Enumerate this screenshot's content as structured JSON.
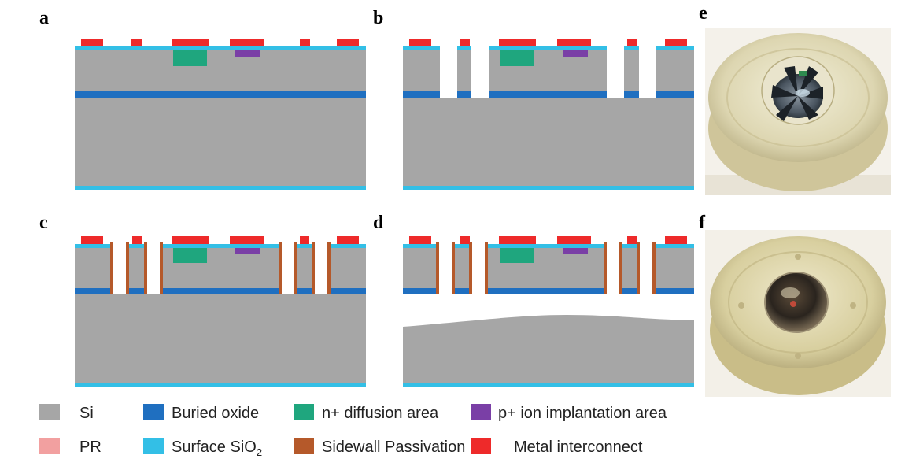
{
  "figure": {
    "panel_labels": {
      "a": "a",
      "b": "b",
      "c": "c",
      "d": "d",
      "e": "e",
      "f": "f"
    },
    "legend": {
      "items": [
        {
          "key": "si",
          "label": "Si",
          "color": "#a6a6a6"
        },
        {
          "key": "buried_oxide",
          "label": "Buried oxide",
          "color": "#1f6fc0"
        },
        {
          "key": "n_diffusion",
          "label": "n+ diffusion area",
          "color": "#1fa67e"
        },
        {
          "key": "p_implant",
          "label": "p+ ion implantation area",
          "color": "#7a3fa6"
        },
        {
          "key": "pr",
          "label": "PR",
          "color": "#f2a0a0"
        },
        {
          "key": "surface_sio2",
          "label": "Surface SiO",
          "subscript": "2",
          "color": "#33bfe6"
        },
        {
          "key": "sidewall_passivation",
          "label": "Sidewall Passivation",
          "color": "#b5592a"
        },
        {
          "key": "metal_interconnect",
          "label": "Metal interconnect",
          "color": "#ee2a2a"
        }
      ]
    },
    "photos": {
      "e": {
        "subject": "resin-encapsulated-chip-open"
      },
      "f": {
        "subject": "resin-encapsulated-chip-closed"
      }
    }
  }
}
